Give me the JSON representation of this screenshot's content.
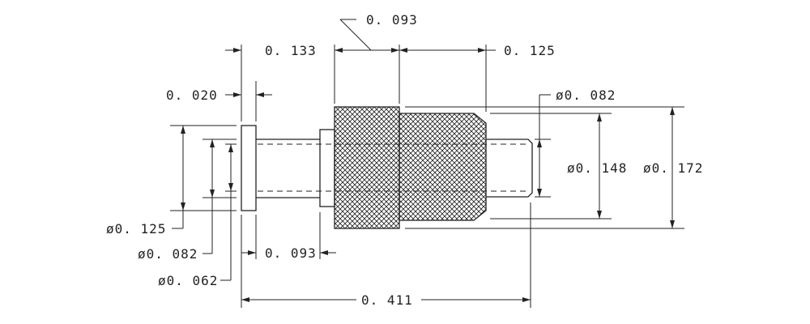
{
  "dimensions": {
    "width_0093_top": "0. 093",
    "width_0133": "0. 133",
    "width_0125_knurl": "0. 125",
    "width_0020_flange": "0. 020",
    "dia_0082_pin": "ø0. 082",
    "dia_0148": "ø0. 148",
    "dia_0172": "ø0. 172",
    "dia_0125_flange": "ø0. 125",
    "dia_0082_shank": "ø0. 082",
    "dia_0062_bore": "ø0. 062",
    "width_0093_bottom": "0. 093",
    "overall_length_0411": "0. 411"
  },
  "colors": {
    "ink": "#222222",
    "background": "#ffffff"
  }
}
